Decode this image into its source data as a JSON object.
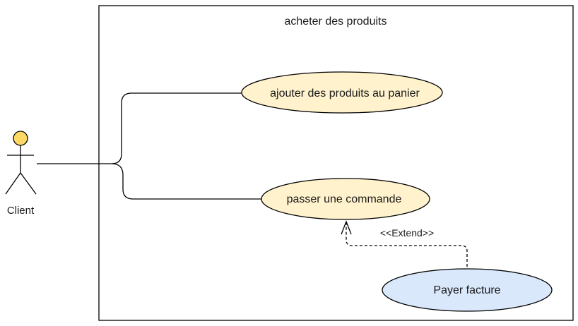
{
  "system_boundary": {
    "title": "acheter des produits"
  },
  "actor": {
    "name": "Client",
    "head_color": "#ffd966"
  },
  "use_cases": [
    {
      "label": "ajouter des produits au panier",
      "fill": "#fff2cc"
    },
    {
      "label": "passer une commande",
      "fill": "#fff2cc"
    },
    {
      "label": "Payer facture",
      "fill": "#dae8fc"
    }
  ],
  "relationships": {
    "extend_label": "<<Extend>>"
  }
}
